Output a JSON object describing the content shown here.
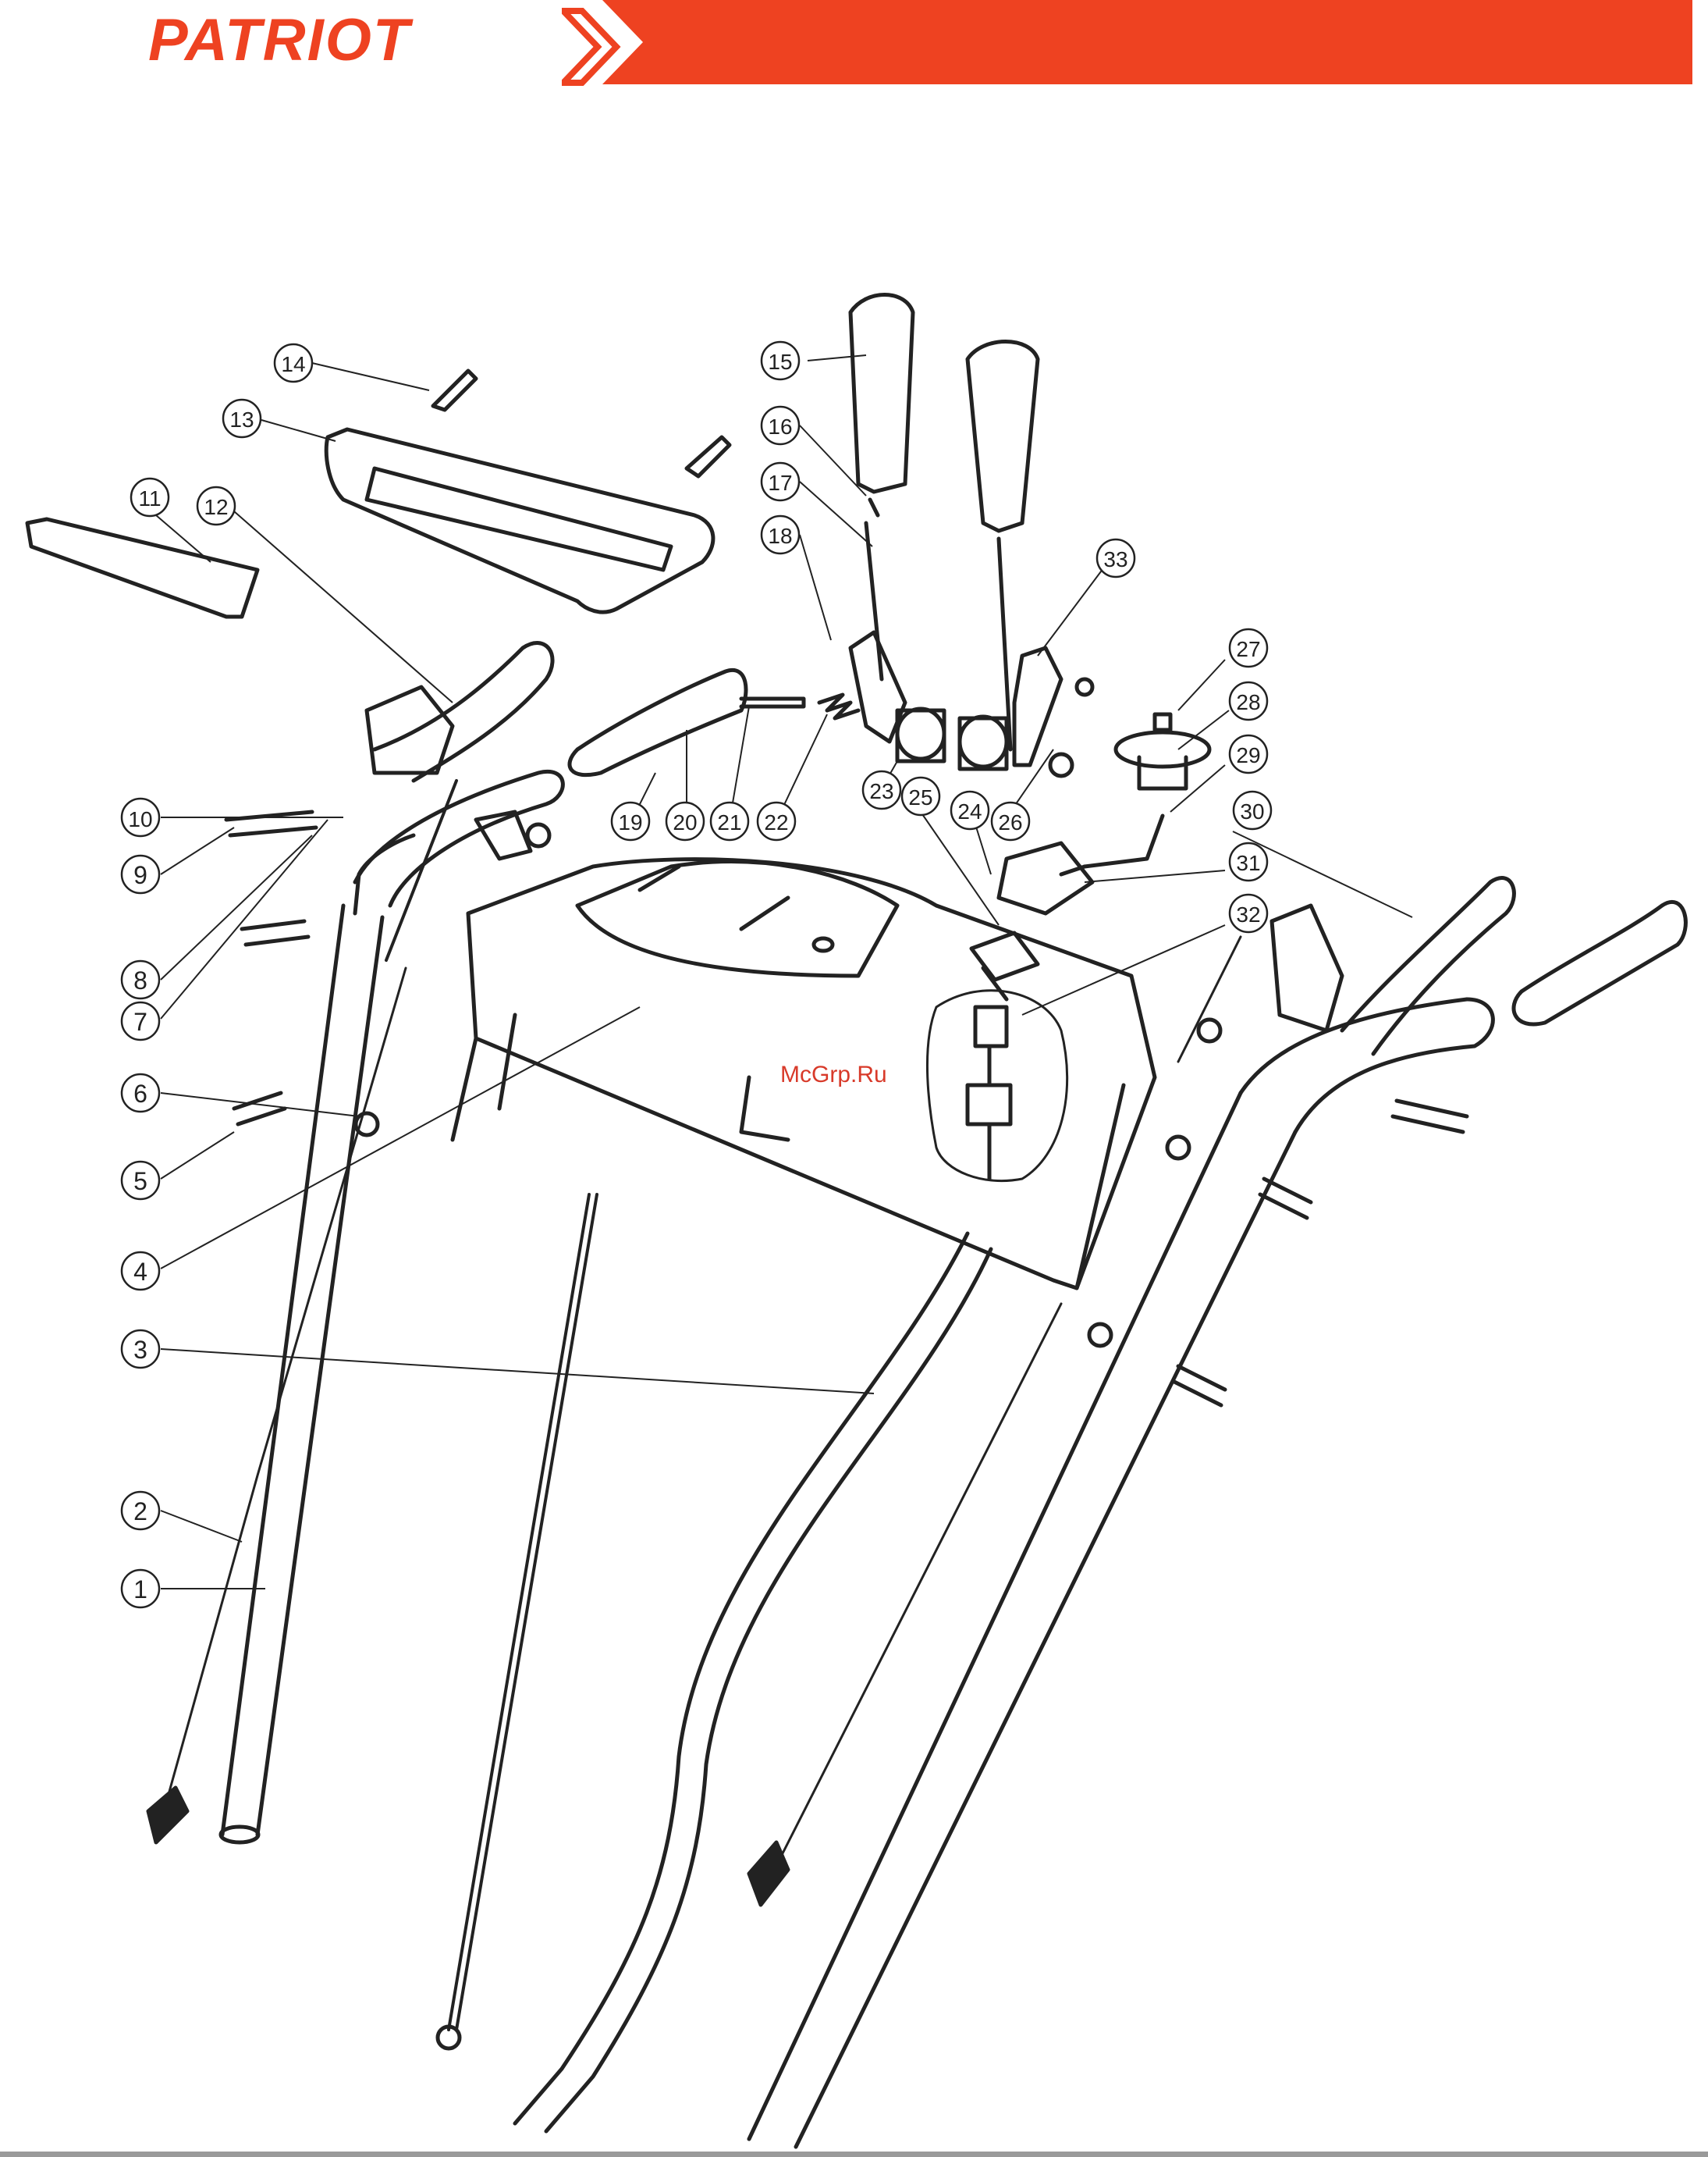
{
  "header": {
    "brand": "PATRIOT",
    "accent_color": "#ee4221"
  },
  "watermark": "McGrp.Ru",
  "callouts": [
    "1",
    "2",
    "3",
    "4",
    "5",
    "6",
    "7",
    "8",
    "9",
    "10",
    "11",
    "12",
    "13",
    "14",
    "15",
    "16",
    "17",
    "18",
    "19",
    "20",
    "21",
    "22",
    "23",
    "24",
    "25",
    "26",
    "27",
    "28",
    "29",
    "30",
    "31",
    "32",
    "33"
  ]
}
